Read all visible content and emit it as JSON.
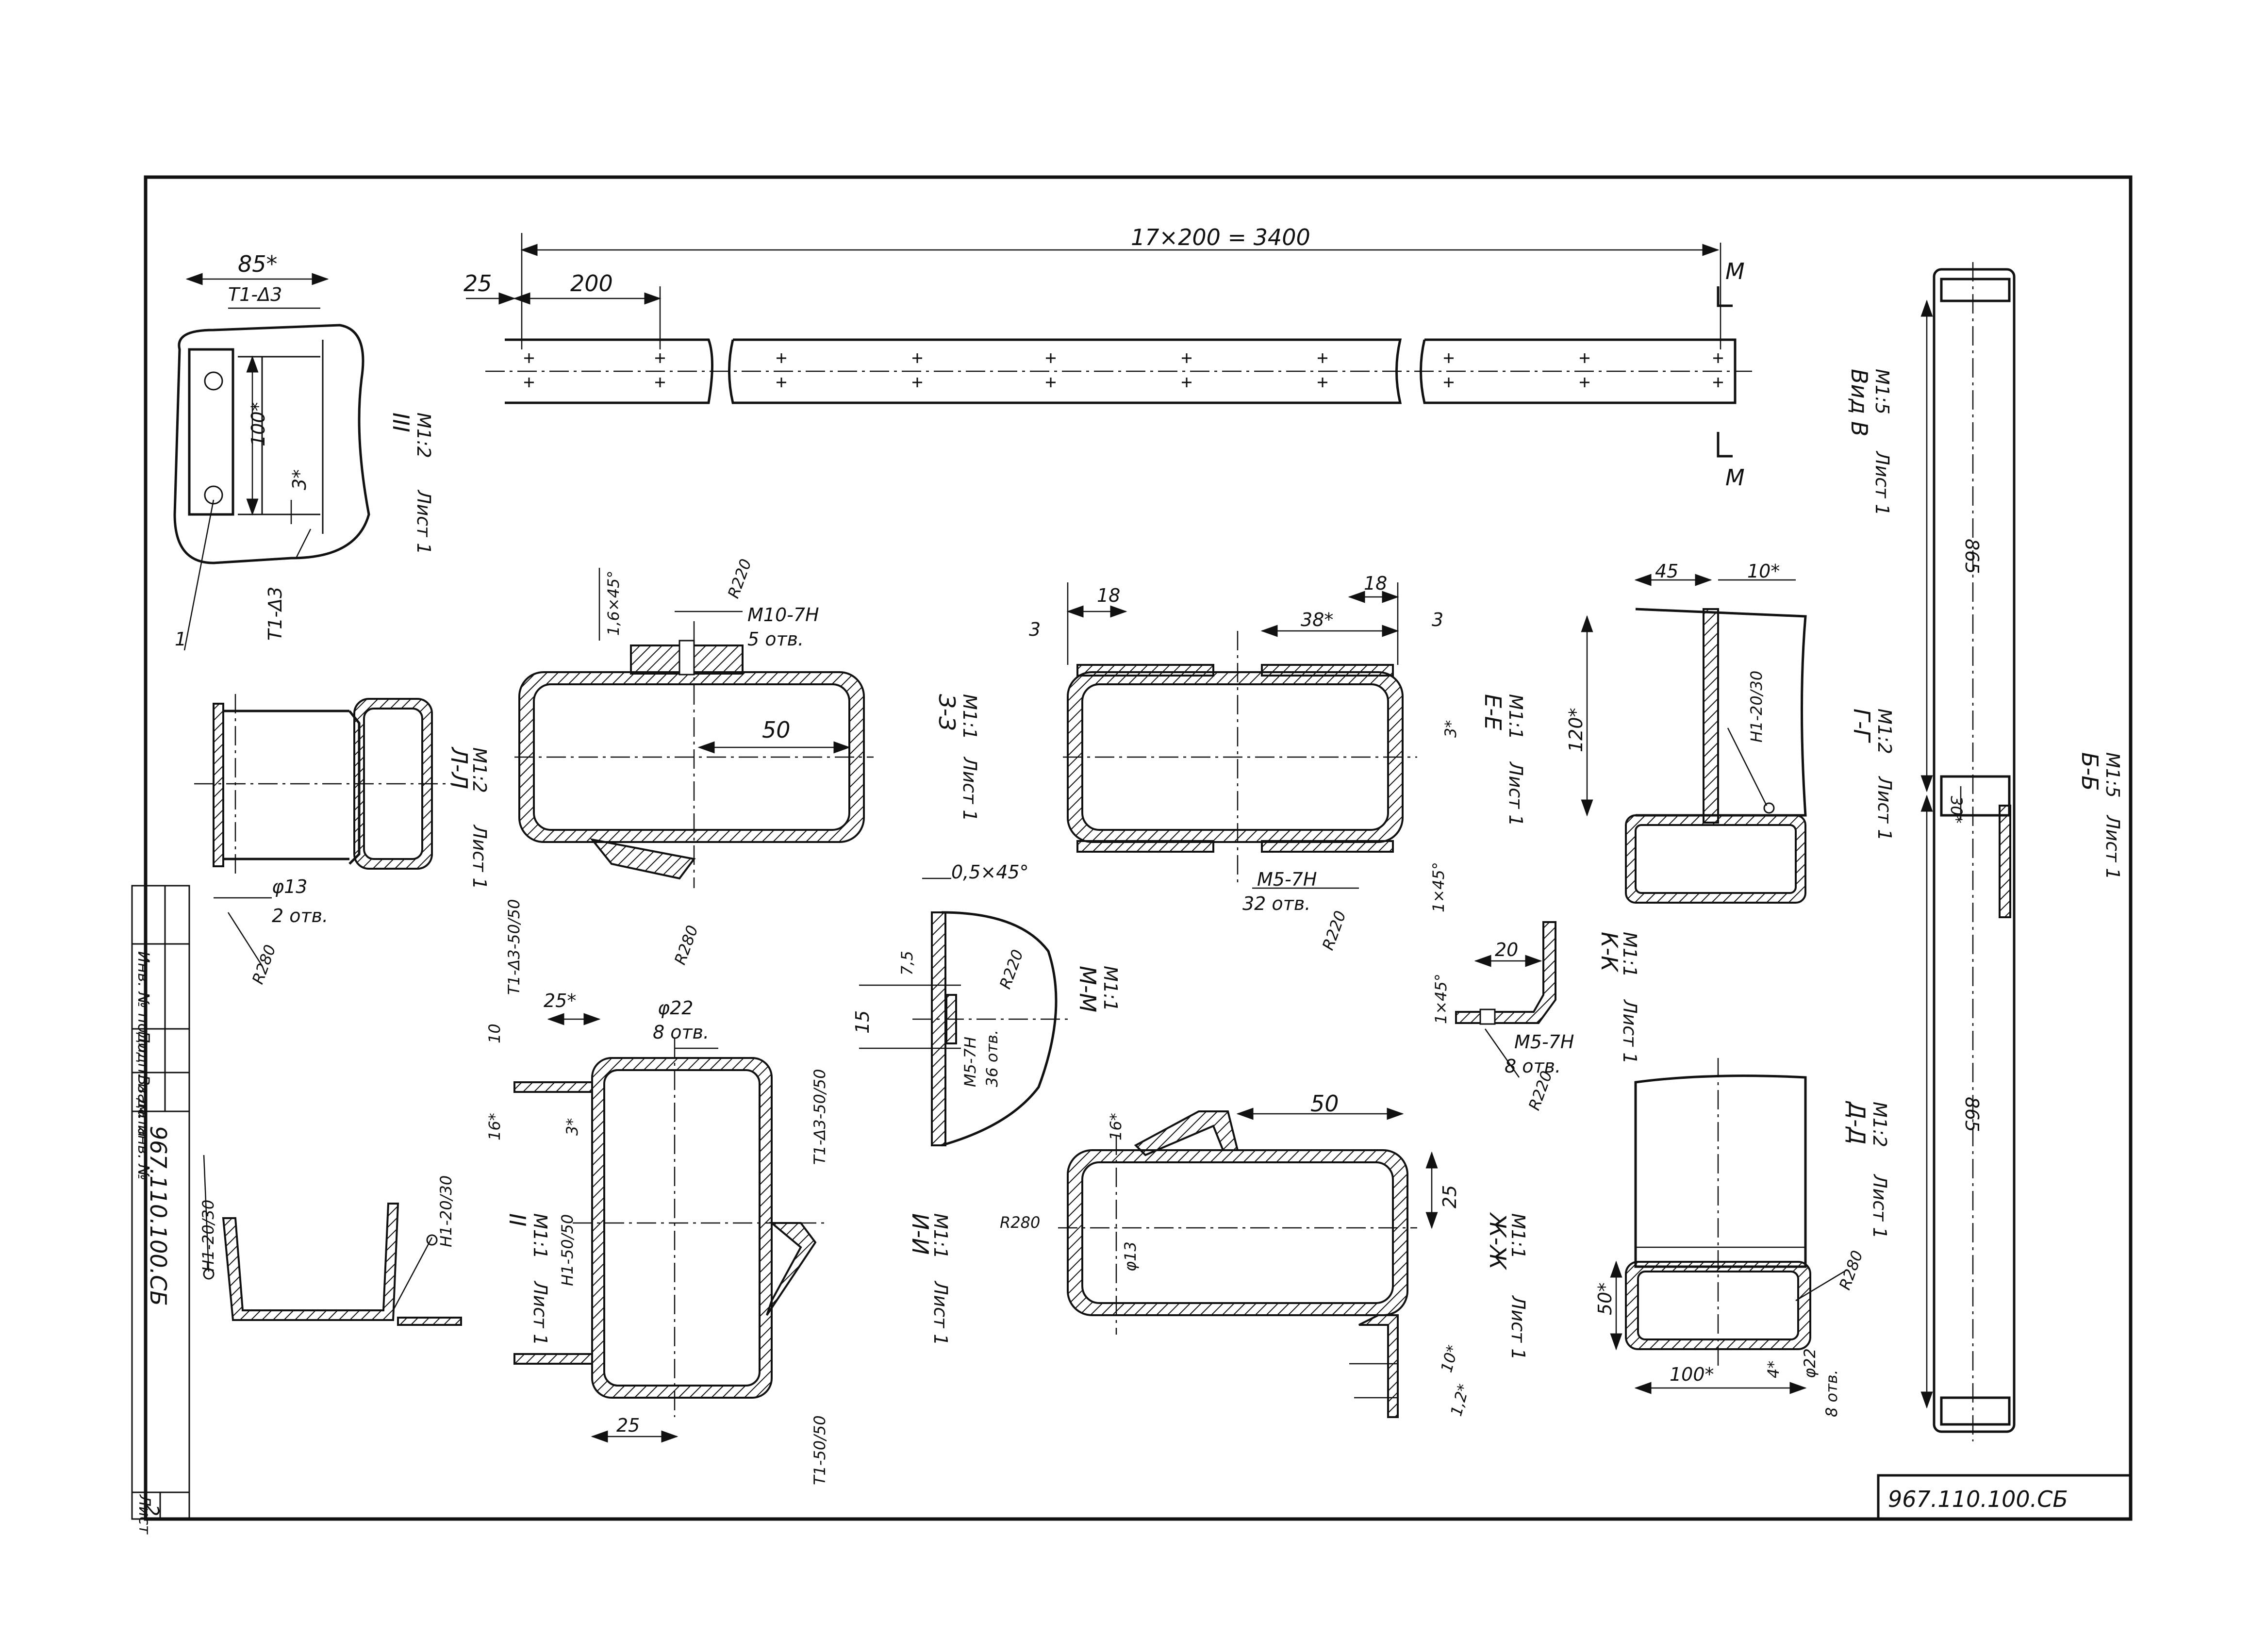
{
  "drawing": {
    "code": "967.110.100.СБ",
    "sheet_label": "Лист",
    "sheet_number": "2"
  },
  "side_stamp": {
    "code": "967.110.100.СБ",
    "cells": [
      "Инв. № подл.",
      "Подп. и дата",
      "Взам. инв. №"
    ]
  },
  "dims": {
    "total": "17×200 = 3400",
    "d25": "25",
    "d200": "200",
    "m_top": "М",
    "m_bot": "М",
    "d85": "85*",
    "d100": "100*",
    "d3": "3*",
    "t1_d3_a": "Т1-Δ3",
    "t1_d3_b": "Т1-Δ3",
    "leader1": "1",
    "phi13_2": "φ13",
    "otv2": "2 отв.",
    "r80a": "R280",
    "chamf16": "1,6×45°",
    "r20a": "R220",
    "m10": "М10-7Н",
    "otv5": "5 отв.",
    "d50a": "50",
    "d18a": "18",
    "d3b": "3",
    "d38": "38*",
    "d18b": "18",
    "d3c": "3",
    "d3d": "3*",
    "m5a": "М5-7Н",
    "otv32": "32 отв.",
    "r20b": "R220",
    "chamf1": "1×45°",
    "d45": "45",
    "d10": "10*",
    "d120": "120*",
    "n1_2030a": "Н1-20/30",
    "chamf05": "0,5×45°",
    "d75": "7,5",
    "d15": "15",
    "r20c": "R220",
    "m5b": "М5-7Н",
    "otv36": "36 отв.",
    "t1_d3_50": "Т1-Δ3-50/50",
    "d25b": "25*",
    "r80b": "R280",
    "phi22a": "φ22",
    "otv8a": "8 отв.",
    "d10b": "10",
    "d16": "16*",
    "d3e": "3*",
    "t1_d3_50b": "Т1-Δ3-50/50",
    "n1_5050": "Н1-50/50",
    "t1_5050": "Т1-50/50",
    "d25c": "25",
    "n1_2030b": "Н1-20/30",
    "n1_2030c": "Н1-20/30",
    "d50b": "50",
    "d16b": "16*",
    "d25d": "25",
    "r80c": "R280",
    "phi13b": "φ13",
    "d10c": "10*",
    "d12": "1,2*",
    "chamf1b": "1×45°",
    "d20": "20",
    "m5c": "М5-7Н",
    "otv8b": "8 отв.",
    "r20d": "R220",
    "d50c": "50*",
    "d100b": "100*",
    "d4": "4*",
    "phi22b": "φ22",
    "otv8c": "8 отв.",
    "r80d": "R280",
    "d865a": "865",
    "d865b": "865",
    "d30": "30*"
  },
  "views": {
    "v3": {
      "name": "III",
      "scale": "М1:2",
      "sheet": "Лист 1"
    },
    "vl": {
      "name": "Л-Л",
      "scale": "М1:2",
      "sheet": "Лист 1"
    },
    "vz": {
      "name": "З-З",
      "scale": "М1:1",
      "sheet": "Лист 1"
    },
    "ve": {
      "name": "Е-Е",
      "scale": "М1:1",
      "sheet": "Лист 1"
    },
    "vg": {
      "name": "Г-Г",
      "scale": "М1:2",
      "sheet": "Лист 1"
    },
    "vb": {
      "name": "Б-Б",
      "scale": "М1:5",
      "sheet": "Лист 1"
    },
    "vv": {
      "name": "Вид В",
      "scale": "М1:5",
      "sheet": "Лист 1"
    },
    "vm": {
      "name": "М-М",
      "scale": "М1:1"
    },
    "vk": {
      "name": "К-К",
      "scale": "М1:1",
      "sheet": "Лист 1"
    },
    "v2": {
      "name": "II",
      "scale": "М1:1",
      "sheet": "Лист 1"
    },
    "vi": {
      "name": "И-И",
      "scale": "М1:1",
      "sheet": "Лист 1"
    },
    "vzh": {
      "name": "Ж-Ж",
      "scale": "М1:1",
      "sheet": "Лист 1"
    },
    "vd": {
      "name": "Д-Д",
      "scale": "М1:2",
      "sheet": "Лист 1"
    }
  }
}
